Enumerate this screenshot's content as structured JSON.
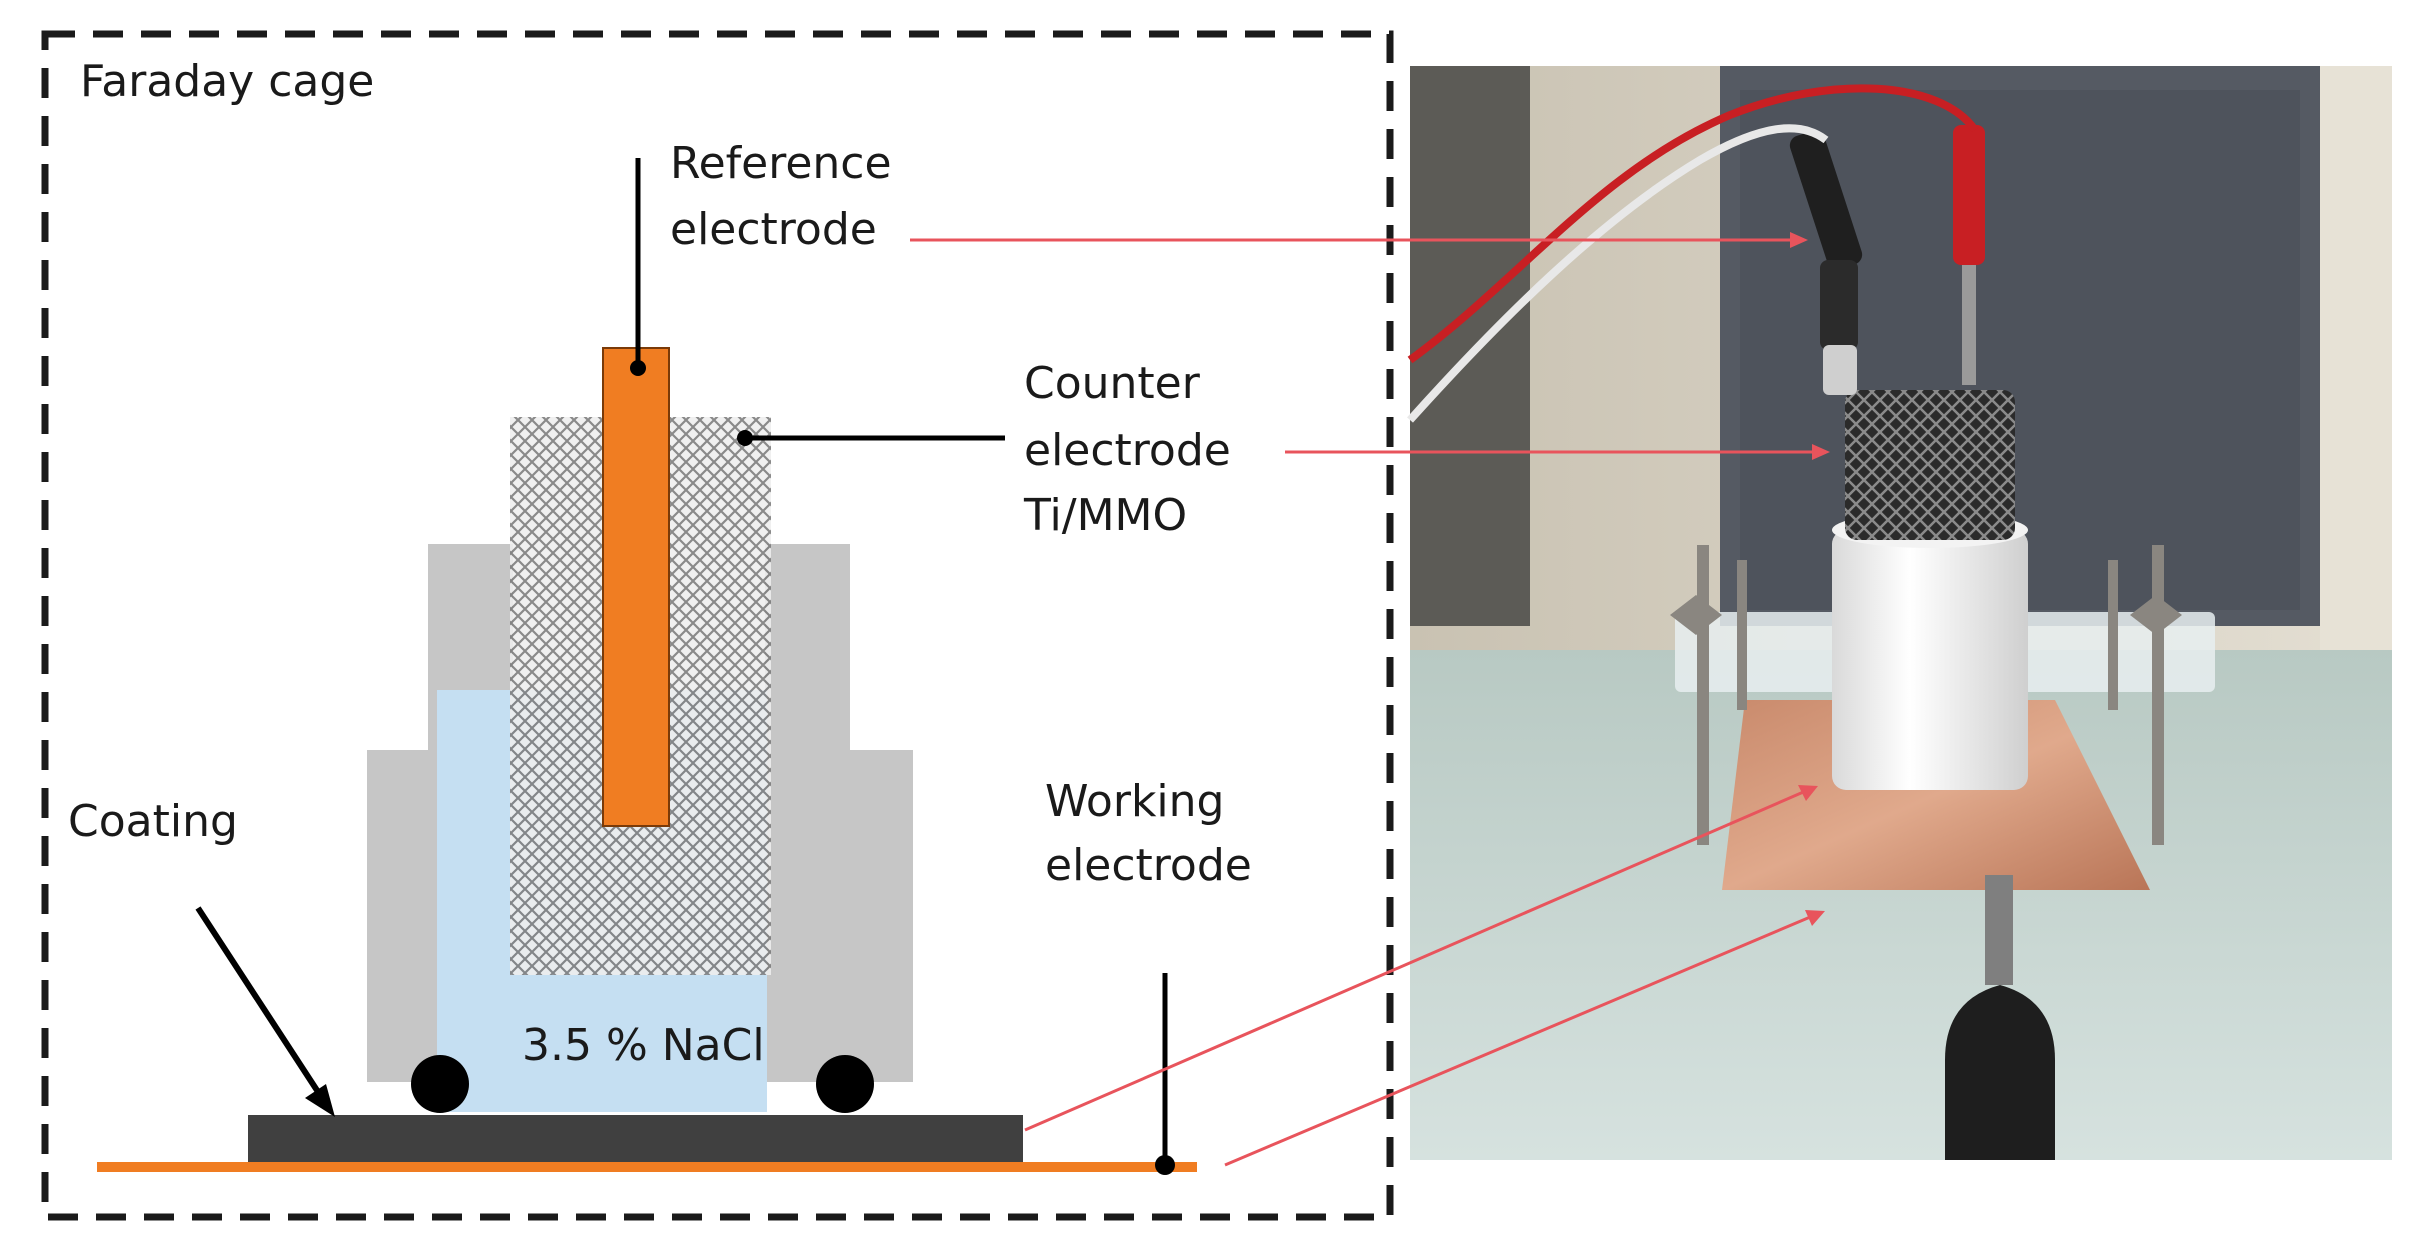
{
  "labels": {
    "cage": "Faraday cage",
    "reference_line1": "Reference",
    "reference_line2": "electrode",
    "counter_line1": "Counter",
    "counter_line2": "electrode",
    "counter_line3": "Ti/MMO",
    "coating": "Coating",
    "working_line1": "Working",
    "working_line2": "electrode",
    "electrolyte": "3.5 % NaCl"
  },
  "colors": {
    "cage_border": "#1a1a1a",
    "reference_electrode": "#f07d22",
    "working_electrode_strip": "#f07d22",
    "coating": "#404040",
    "cell_body": "#c6c6c6",
    "electrolyte": "#c5dff2",
    "o_ring": "#000000",
    "callout_line": "#e8545c",
    "leader_line": "#000000"
  }
}
